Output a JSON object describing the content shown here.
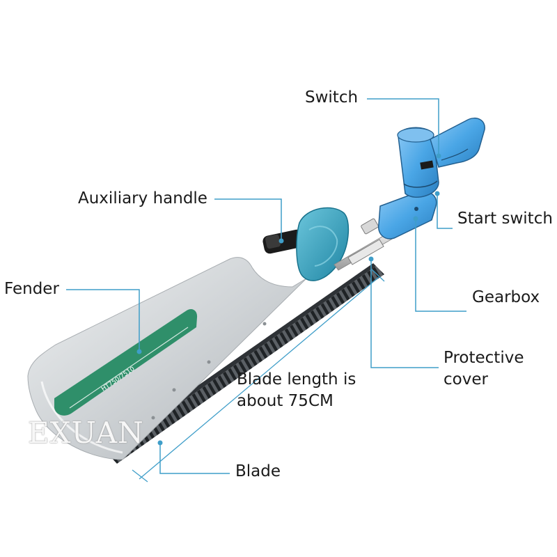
{
  "labels": {
    "switch": "Switch",
    "auxiliary_handle": "Auxiliary handle",
    "start_switch": "Start switch",
    "fender": "Fender",
    "gearbox": "Gearbox",
    "protective_cover_line1": "Protective",
    "protective_cover_line2": "cover",
    "blade_length_line1": "Blade length is",
    "blade_length_line2": "about 75CM",
    "blade": "Blade"
  },
  "fender_print": {
    "model": "HT750/7510"
  },
  "watermark": "EXUAN",
  "colors": {
    "leader_line": "#3f9ec9",
    "motor_blue": "#4aa6e6",
    "handle_cap": "#2fa0bf",
    "fender_silver": "#cfd3d6",
    "fender_sticker": "#2f8f6a",
    "blade_dark": "#2e3236"
  }
}
